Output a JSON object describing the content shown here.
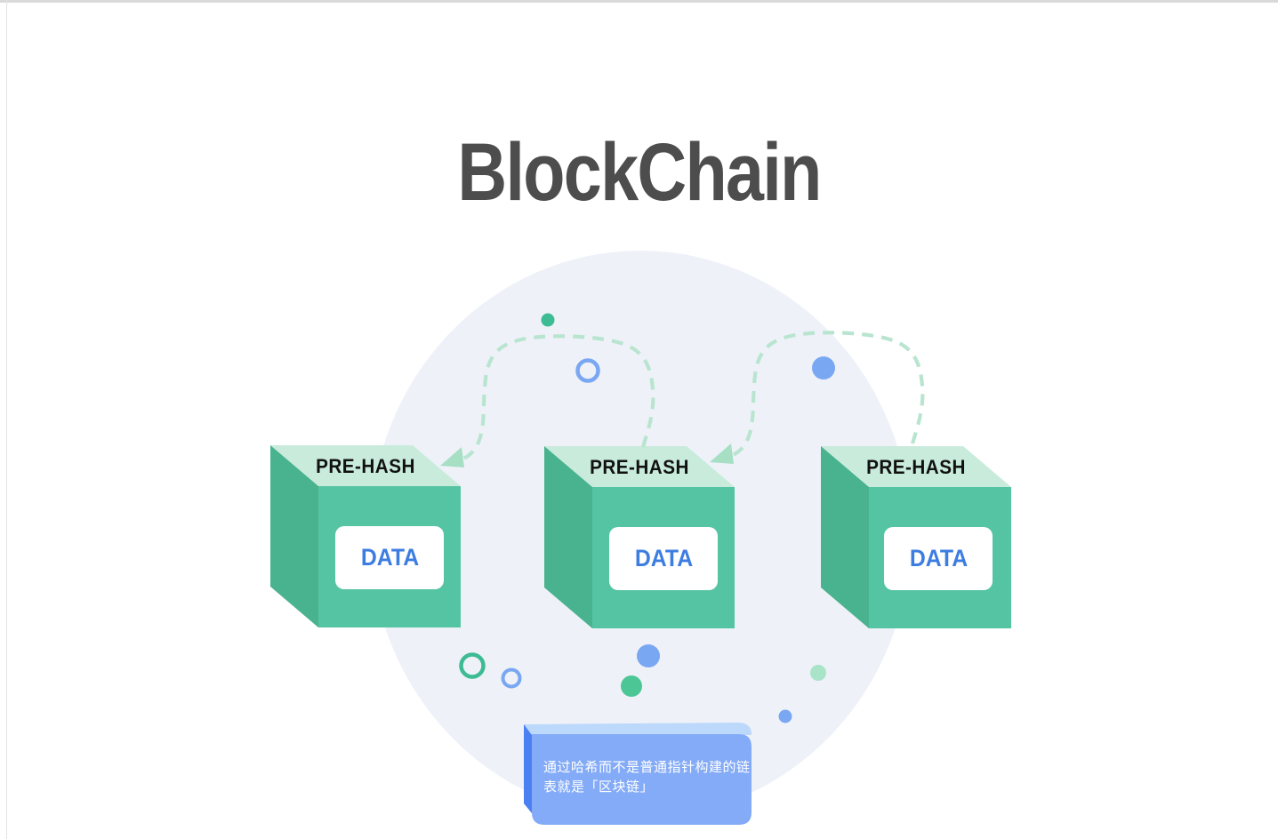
{
  "title": "BlockChain",
  "blocks": [
    {
      "hash_label": "PRE-HASH",
      "data_label": "DATA"
    },
    {
      "hash_label": "PRE-HASH",
      "data_label": "DATA"
    },
    {
      "hash_label": "PRE-HASH",
      "data_label": "DATA"
    }
  ],
  "note": {
    "text": "通过哈希而不是普通指针构建的链\n表就是「区块链」"
  },
  "icons": {
    "arrow": "dashed-curved-arrow-icon",
    "dots": [
      "green-dot",
      "blue-ring",
      "blue-dot",
      "green-ring",
      "mint-dot"
    ]
  },
  "colors": {
    "title_text": "#4d4d4d",
    "frame_line": "#d9d9d9",
    "circle_bg": "#eef2f8",
    "cube_top": "#c8ebdc",
    "cube_front": "#55c4a2",
    "cube_side": "#49b28e",
    "hash_text": "#111111",
    "data_box_bg": "#ffffff",
    "data_text": "#3d7de2",
    "arrow_dash": "#b9e5d0",
    "arrow_head": "#a6dfc4",
    "note_front": "#84abf7",
    "note_top": "#bcd8fb",
    "note_spine": "#4a80f2",
    "note_text": "#ffffff",
    "dot_blue": "#7aa7f2",
    "dot_green": "#3dbb92",
    "dot_green_bright": "#4dc695",
    "dot_mint": "#a9e3c8"
  }
}
